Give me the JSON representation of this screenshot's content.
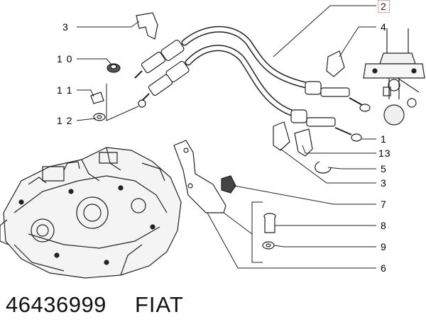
{
  "diagram": {
    "callouts": {
      "c1": "1",
      "c2": "2",
      "c3a": "3",
      "c3b": "3",
      "c4": "4",
      "c5": "5",
      "c6": "6",
      "c7": "7",
      "c8": "8",
      "c9": "9",
      "c10": "1 0",
      "c11": "1 1",
      "c12": "1 2",
      "c13": "13"
    }
  },
  "footer": {
    "part_number": "46436999",
    "brand": "FIAT"
  }
}
